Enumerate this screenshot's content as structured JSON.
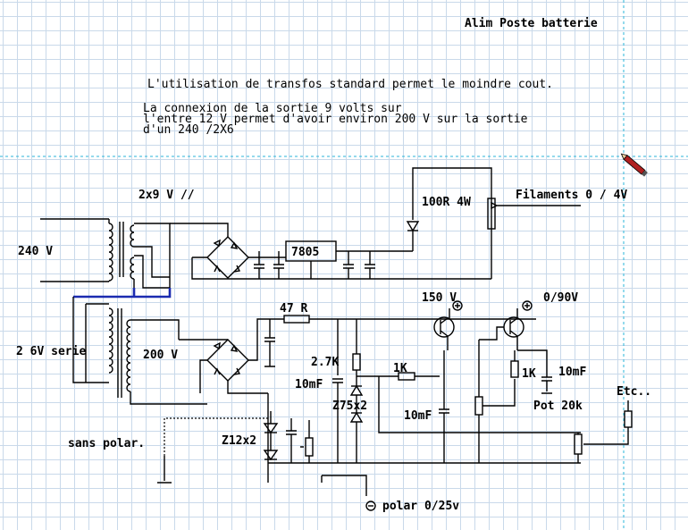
{
  "title": "Alim Poste batterie",
  "notes": {
    "line1": "L'utilisation de transfos standard permet le moindre cout.",
    "line2": "La connexion de la sortie 9 volts sur",
    "line3": "l'entre 12 V permet d'avoir environ 200 V sur la sortie",
    "line4": "d'un 240 /2X6"
  },
  "labels": {
    "t1_secondary": "2x9 V //",
    "mains": "240 V",
    "t2_primary": "2 6V serie",
    "hv_secondary": "200 V",
    "regulator": "7805",
    "r_filament": "100R 4W",
    "filaments": "Filaments 0 / 4V",
    "r_47": "47 R",
    "out_150": "150 V",
    "out_090": "0/90V",
    "r_27k": "2.7K",
    "c_10mf_a": "10mF",
    "zener_75": "Z75x2",
    "r_1k_a": "1K",
    "r_1k_b": "1K",
    "c_10mf_b": "10mF",
    "pot_20k": "Pot 20k",
    "c_10mf_c": "10mF",
    "etc": "Etc..",
    "sans_polar": "sans polar.",
    "zener_12": "Z12x2",
    "polar": "polar 0/25v"
  },
  "symbols": {
    "plus": "+",
    "minus": "−"
  },
  "icons": {
    "pencil": "pencil-icon"
  },
  "colors": {
    "wire": "#000000",
    "blue_wire": "#1b2bb0",
    "grid": "#c9d9ea",
    "guide": "#2ab6d8"
  }
}
